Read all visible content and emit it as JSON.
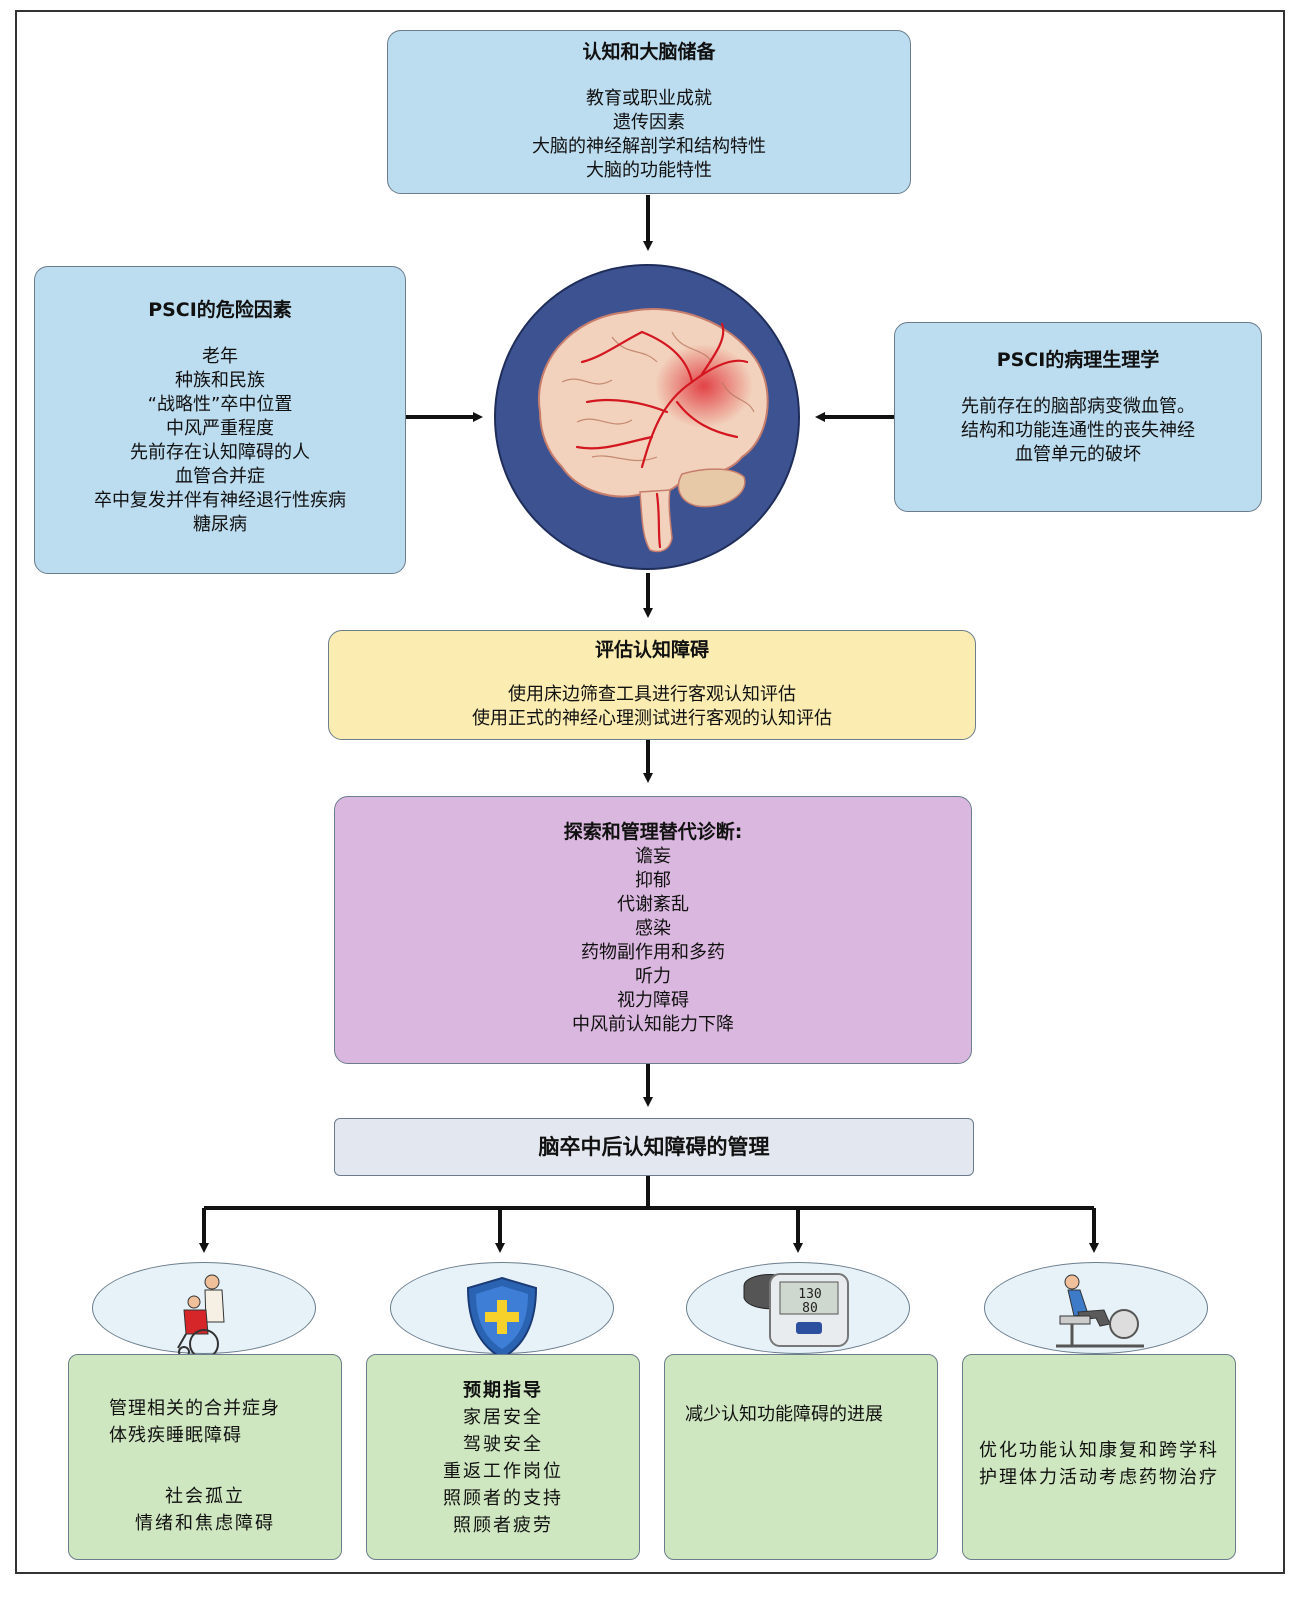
{
  "reserve": {
    "title": "认知和大脑储备",
    "items": [
      "教育或职业成就",
      "遗传因素",
      "大脑的神经解剖学和结构特性",
      "大脑的功能特性"
    ]
  },
  "risk": {
    "title": "PSCI的危险因素",
    "items": [
      "老年",
      "种族和民族",
      "“战略性”卒中位置",
      "中风严重程度",
      "先前存在认知障碍的人",
      "血管合并症",
      "卒中复发并伴有神经退行性疾病",
      "糖尿病"
    ]
  },
  "patho": {
    "title": "PSCI的病理生理学",
    "items": [
      "先前存在的脑部病变微血管。",
      "结构和功能连通性的丧失神经",
      "血管单元的破坏"
    ]
  },
  "assess": {
    "title": "评估认知障碍",
    "items": [
      "使用床边筛查工具进行客观认知评估",
      "使用正式的神经心理测试进行客观的认知评估"
    ]
  },
  "alt": {
    "title": "探索和管理替代诊断:",
    "items": [
      "谵妄",
      "抑郁",
      "代谢紊乱",
      "感染",
      "药物副作用和多药",
      "听力",
      "视力障碍",
      "中风前认知能力下降"
    ]
  },
  "management": {
    "title": "脑卒中后认知障碍的管理"
  },
  "cards": [
    {
      "icon": "wheelchair-patient-icon",
      "lines_a": [
        "管理相关的合并症身",
        "体残疾睡眠障碍"
      ],
      "lines_b": [
        "社会孤立",
        "情绪和焦虑障碍"
      ]
    },
    {
      "icon": "shield-cross-icon",
      "title": "预期指导",
      "lines_a": [
        "家居安全",
        "驾驶安全",
        "重返工作岗位",
        "照顾者的支持",
        "照顾者疲劳"
      ]
    },
    {
      "icon": "blood-pressure-monitor-icon",
      "lines_a": [
        "减少认知功能障碍的进展"
      ],
      "monitor_reading": [
        "130",
        "80"
      ]
    },
    {
      "icon": "exercise-bike-icon",
      "lines_a": [
        "优化功能认知康复和跨学科",
        "护理体力活动考虑药物治疗"
      ]
    }
  ],
  "colors": {
    "blue_box": "#bcdcef",
    "yellow_box": "#fbedb2",
    "purple_box": "#dab7de",
    "grey_box": "#e3e7ef",
    "green_box": "#cfe7c0",
    "circle": "#3d5391",
    "arrow": "#111111"
  }
}
